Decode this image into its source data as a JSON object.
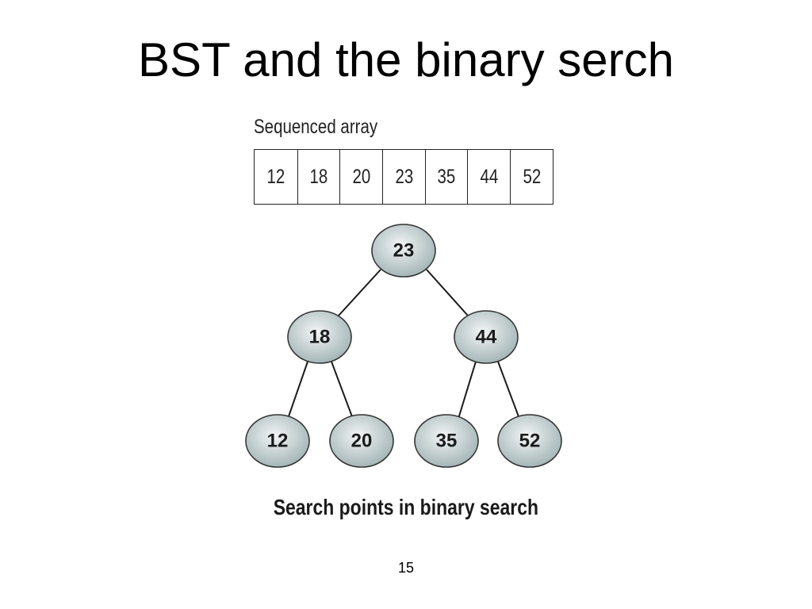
{
  "slide": {
    "title": "BST and the binary serch",
    "page_number": "15"
  },
  "array": {
    "label": "Sequenced array",
    "values": [
      "12",
      "18",
      "20",
      "23",
      "35",
      "44",
      "52"
    ]
  },
  "tree": {
    "root": "23",
    "level1": [
      "18",
      "44"
    ],
    "level2": [
      "12",
      "20",
      "35",
      "52"
    ],
    "caption": "Search points in binary search"
  },
  "colors": {
    "node_fill_light": "#f2f5f5",
    "node_fill_dark": "#9fb1b3",
    "node_stroke": "#333333",
    "edge": "#1a1a1a"
  }
}
